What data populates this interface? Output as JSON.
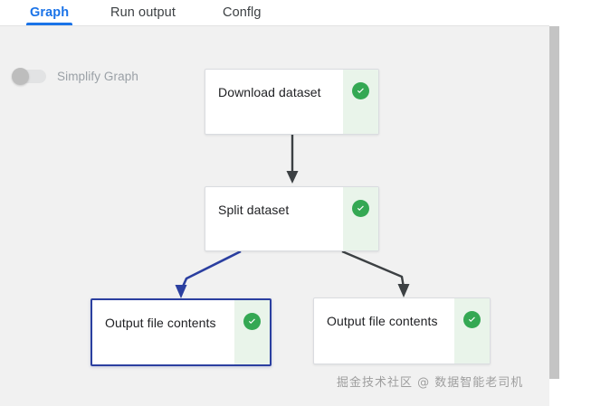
{
  "tabs": [
    {
      "label": "Graph",
      "active": true
    },
    {
      "label": "Run output",
      "active": false
    },
    {
      "label": "Conflg",
      "active": false
    }
  ],
  "toolbar": {
    "simplify_label": "Simplify Graph",
    "simplify_state": "off"
  },
  "colors": {
    "accent_blue": "#1a73e8",
    "selected_border": "#2b3fa0",
    "status_green": "#34a853",
    "status_strip": "#e9f4ea",
    "canvas_bg": "#f1f1f1",
    "edge_gray": "#3c4043",
    "edge_blue": "#2b3fa0"
  },
  "graph": {
    "nodes": [
      {
        "id": "download",
        "label": "Download dataset",
        "status": "success",
        "status_icon": "check-circle-icon",
        "selected": false
      },
      {
        "id": "split",
        "label": "Split dataset",
        "status": "success",
        "status_icon": "check-circle-icon",
        "selected": false
      },
      {
        "id": "out_left",
        "label": "Output file contents",
        "status": "success",
        "status_icon": "check-circle-icon",
        "selected": true
      },
      {
        "id": "out_right",
        "label": "Output file contents",
        "status": "success",
        "status_icon": "check-circle-icon",
        "selected": false
      }
    ],
    "edges": [
      {
        "from": "download",
        "to": "split",
        "color": "gray"
      },
      {
        "from": "split",
        "to": "out_left",
        "color": "blue"
      },
      {
        "from": "split",
        "to": "out_right",
        "color": "gray"
      }
    ]
  },
  "watermark": {
    "text": "掘金技术社区 @ 数据智能老司机"
  }
}
